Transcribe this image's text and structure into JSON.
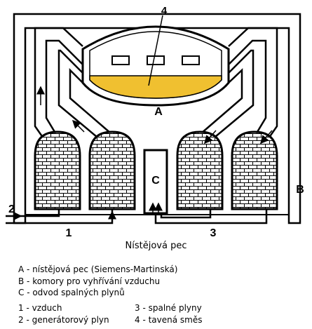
{
  "labels": {
    "A": "A",
    "B": "B",
    "C": "C",
    "n1": "1",
    "n2": "2",
    "n3": "3",
    "n4": "4"
  },
  "title": "Nístějová pec",
  "legend": {
    "letters": [
      "A - nístějová pec (Siemens-Martinská)",
      "B - komory pro vyhřívání vzduchu",
      "C - odvod spalných plynů"
    ],
    "numbers_left": [
      "1 - vzduch",
      "2 - generátorový plyn"
    ],
    "numbers_right": [
      "3 - spalné plyny",
      "4 - tavená směs"
    ]
  },
  "colors": {
    "melt": "#f0c030",
    "brick": "#ffffff",
    "line": "#000000"
  }
}
